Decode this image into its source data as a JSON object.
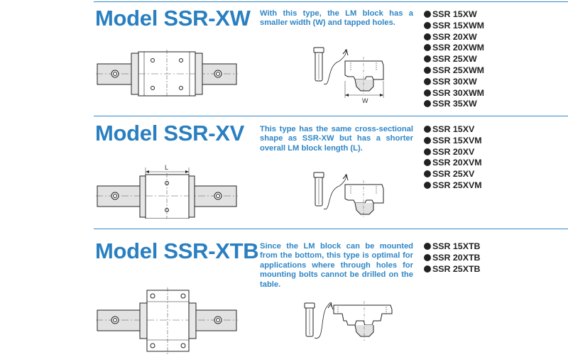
{
  "sections": [
    {
      "title": "Model SSR-XW",
      "description": "With this type, the LM block has a smaller width (W) and tapped holes.",
      "dimension_label": "W",
      "models": [
        "SSR 15XW",
        "SSR 15XWM",
        "SSR 20XW",
        "SSR 20XWM",
        "SSR 25XW",
        "SSR 25XWM",
        "SSR 30XW",
        "SSR 30XWM",
        "SSR 35XW"
      ]
    },
    {
      "title": "Model SSR-XV",
      "description": "This type has the same cross-sectional shape as SSR-XW but has a shorter overall LM block length (L).",
      "dimension_label": "L",
      "models": [
        "SSR 15XV",
        "SSR 15XVM",
        "SSR 20XV",
        "SSR 20XVM",
        "SSR 25XV",
        "SSR 25XVM"
      ]
    },
    {
      "title": "Model SSR-XTB",
      "description": "Since the LM block can be mounted from the bottom, this type is optimal for applications where through holes for mounting bolts cannot be drilled on the table.",
      "models": [
        "SSR 15XTB",
        "SSR 20XTB",
        "SSR 25XTB"
      ]
    }
  ]
}
